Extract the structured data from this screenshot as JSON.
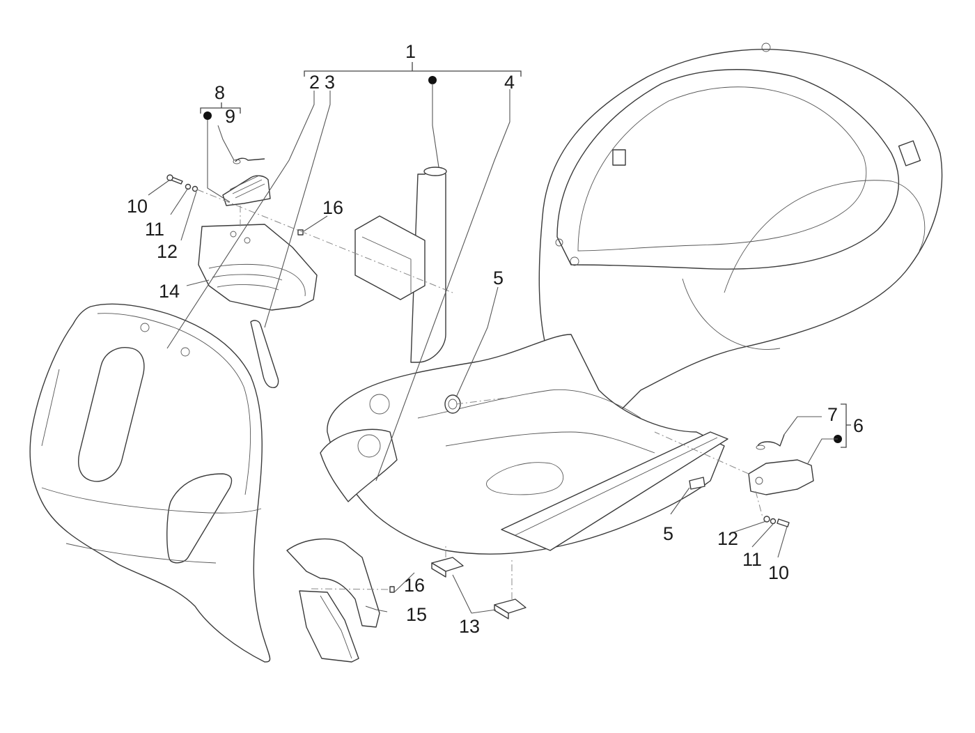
{
  "diagram": {
    "subject": "Scooter frame / body exploded parts view",
    "background": "#ffffff",
    "line_color": "#3a3a3a",
    "callouts": [
      {
        "id": "c1",
        "label": "1",
        "refers_to": "frame assembly group (2, 3, 4, kit dot)"
      },
      {
        "id": "c2",
        "label": "2",
        "refers_to": "leg shield / front shield"
      },
      {
        "id": "c3",
        "label": "3",
        "refers_to": "shield bracket"
      },
      {
        "id": "c4",
        "label": "4",
        "refers_to": "frame body"
      },
      {
        "id": "c5a",
        "label": "5",
        "refers_to": "grommet / plug (central)"
      },
      {
        "id": "c5b",
        "label": "5",
        "refers_to": "plug (footboard side)"
      },
      {
        "id": "c6",
        "label": "6",
        "refers_to": "rear hinge assembly group (7, kit dot)"
      },
      {
        "id": "c7",
        "label": "7",
        "refers_to": "hinge clip"
      },
      {
        "id": "c8",
        "label": "8",
        "refers_to": "front hinge assembly group (9, kit dot)"
      },
      {
        "id": "c9",
        "label": "9",
        "refers_to": "hinge clip"
      },
      {
        "id": "c10a",
        "label": "10",
        "refers_to": "screw (front)"
      },
      {
        "id": "c11a",
        "label": "11",
        "refers_to": "washer (front)"
      },
      {
        "id": "c12a",
        "label": "12",
        "refers_to": "washer (front)"
      },
      {
        "id": "c10b",
        "label": "10",
        "refers_to": "screw (rear)"
      },
      {
        "id": "c11b",
        "label": "11",
        "refers_to": "washer (rear)"
      },
      {
        "id": "c12b",
        "label": "12",
        "refers_to": "washer (rear)"
      },
      {
        "id": "c13",
        "label": "13",
        "refers_to": "rubber pads (x2)"
      },
      {
        "id": "c14",
        "label": "14",
        "refers_to": "glove box / front inner panel"
      },
      {
        "id": "c15",
        "label": "15",
        "refers_to": "lower cover"
      },
      {
        "id": "c16a",
        "label": "16",
        "refers_to": "clip nut (upper)"
      },
      {
        "id": "c16b",
        "label": "16",
        "refers_to": "clip nut (lower)"
      }
    ],
    "kit_marker": "filled dot indicates kit / assembly contents"
  }
}
